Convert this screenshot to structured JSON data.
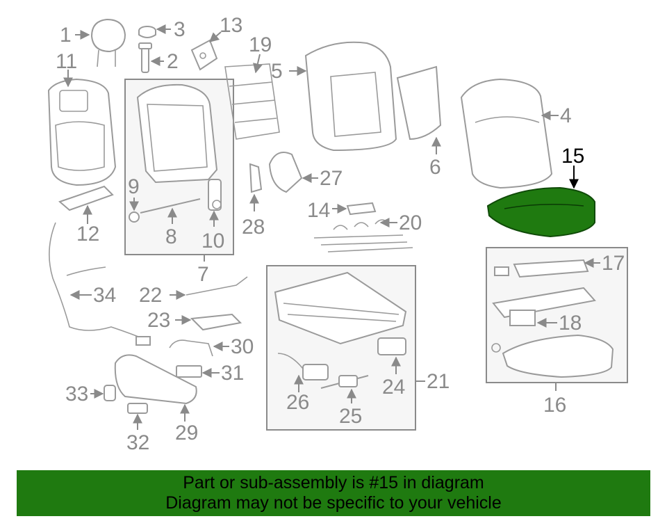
{
  "colors": {
    "highlight": "#1f7a10",
    "banner_bg": "#1f7a10",
    "line": "#9a9a9a",
    "label": "#8a8a8a",
    "highlight_label": "#000000"
  },
  "labels": {
    "p1": "1",
    "p2": "2",
    "p3": "3",
    "p4": "4",
    "p5": "5",
    "p6": "6",
    "p7": "7",
    "p8": "8",
    "p9": "9",
    "p10": "10",
    "p11": "11",
    "p12": "12",
    "p13": "13",
    "p14": "14",
    "p15": "15",
    "p16": "16",
    "p17": "17",
    "p18": "18",
    "p19": "19",
    "p20": "20",
    "p21": "21",
    "p22": "22",
    "p23": "23",
    "p24": "24",
    "p25": "25",
    "p26": "26",
    "p27": "27",
    "p28": "28",
    "p29": "29",
    "p30": "30",
    "p31": "31",
    "p32": "32",
    "p33": "33",
    "p34": "34"
  },
  "banner": {
    "line1": "Part or sub-assembly is #15 in diagram",
    "line2": "Diagram may not be specific to your vehicle"
  }
}
